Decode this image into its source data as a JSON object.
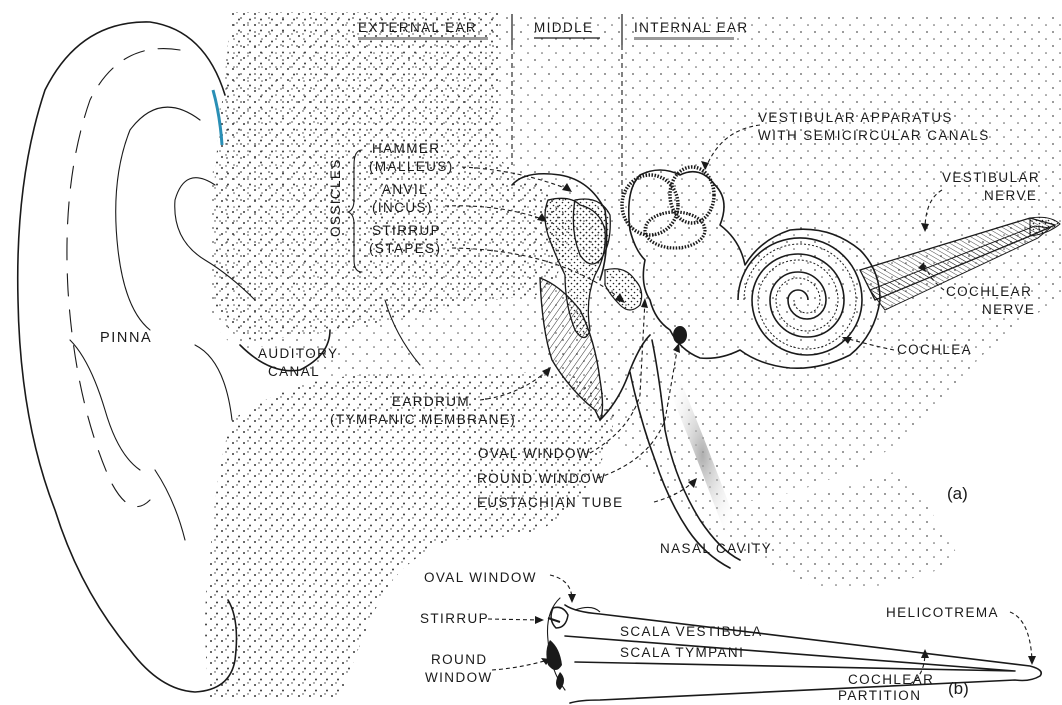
{
  "headers": {
    "external_ear": "EXTERNAL EAR",
    "middle": "MIDDLE",
    "internal_ear": "INTERNAL EAR"
  },
  "labels_a": {
    "vestibular_apparatus_1": "VESTIBULAR APPARATUS",
    "vestibular_apparatus_2": "WITH SEMICIRCULAR CANALS",
    "ossicles": "OSSICLES",
    "hammer_1": "HAMMER",
    "hammer_2": "(MALLEUS)",
    "anvil_1": "ANVIL",
    "anvil_2": "(INCUS)",
    "stirrup_1": "STIRRUP",
    "stirrup_2": "(STAPES)",
    "vestibular_nerve_1": "VESTIBULAR",
    "vestibular_nerve_2": "NERVE",
    "cochlear_nerve_1": "COCHLEAR",
    "cochlear_nerve_2": "NERVE",
    "cochlea": "COCHLEA",
    "pinna": "PINNA",
    "auditory_canal_1": "AUDITORY",
    "auditory_canal_2": "CANAL",
    "eardrum_1": "EARDRUM",
    "eardrum_2": "(TYMPANIC MEMBRANE)",
    "oval_window": "OVAL WINDOW",
    "round_window": "ROUND WINDOW",
    "eustachian_tube": "EUSTACHIAN TUBE",
    "nasal_cavity": "NASAL CAVITY",
    "panel": "(a)"
  },
  "labels_b": {
    "oval_window": "OVAL WINDOW",
    "stirrup": "STIRRUP",
    "round_window_1": "ROUND",
    "round_window_2": "WINDOW",
    "scala_vestibula": "SCALA VESTIBULA",
    "scala_tympani": "SCALA TYMPANI",
    "helicotrema": "HELICOTREMA",
    "cochlear_partition_1": "COCHLEAR",
    "cochlear_partition_2": "PARTITION",
    "panel": "(b)"
  },
  "colors": {
    "ink": "#1a1a1a",
    "stipple": "#3a3a3a",
    "accent": "#2a8fb5"
  }
}
